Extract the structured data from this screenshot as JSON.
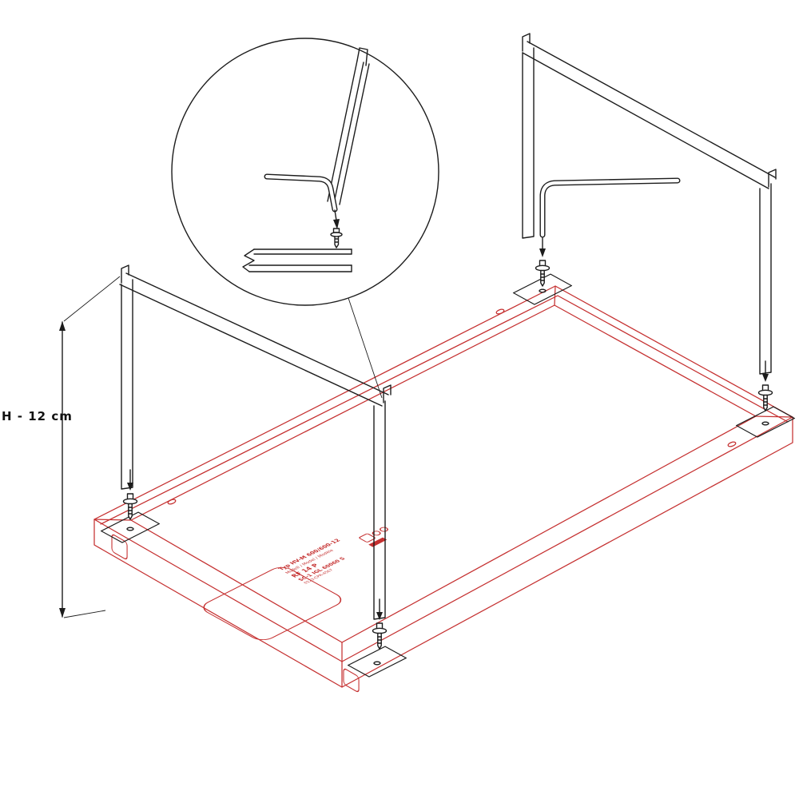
{
  "drawing": {
    "type": "furniture-leg-assembly-instruction",
    "background": "#ffffff",
    "line_color": "#1c1c1c",
    "accent_color": "#c53030",
    "dimension_label": "H - 12 cm",
    "parts": {
      "base": "table-top-underside",
      "frames": "u-shaped-leg-frame",
      "tool": "allen-key",
      "fastener": "screw-with-washer",
      "detail": "screw-insertion-closeup"
    },
    "product_label": {
      "lines": [
        "Typ HV-M 600/600-12",
        "Modell / Model / Modèle",
        "RF 14 P",
        "SC-1 IGL 60060 S",
        "0123-CPR-4567"
      ]
    }
  }
}
